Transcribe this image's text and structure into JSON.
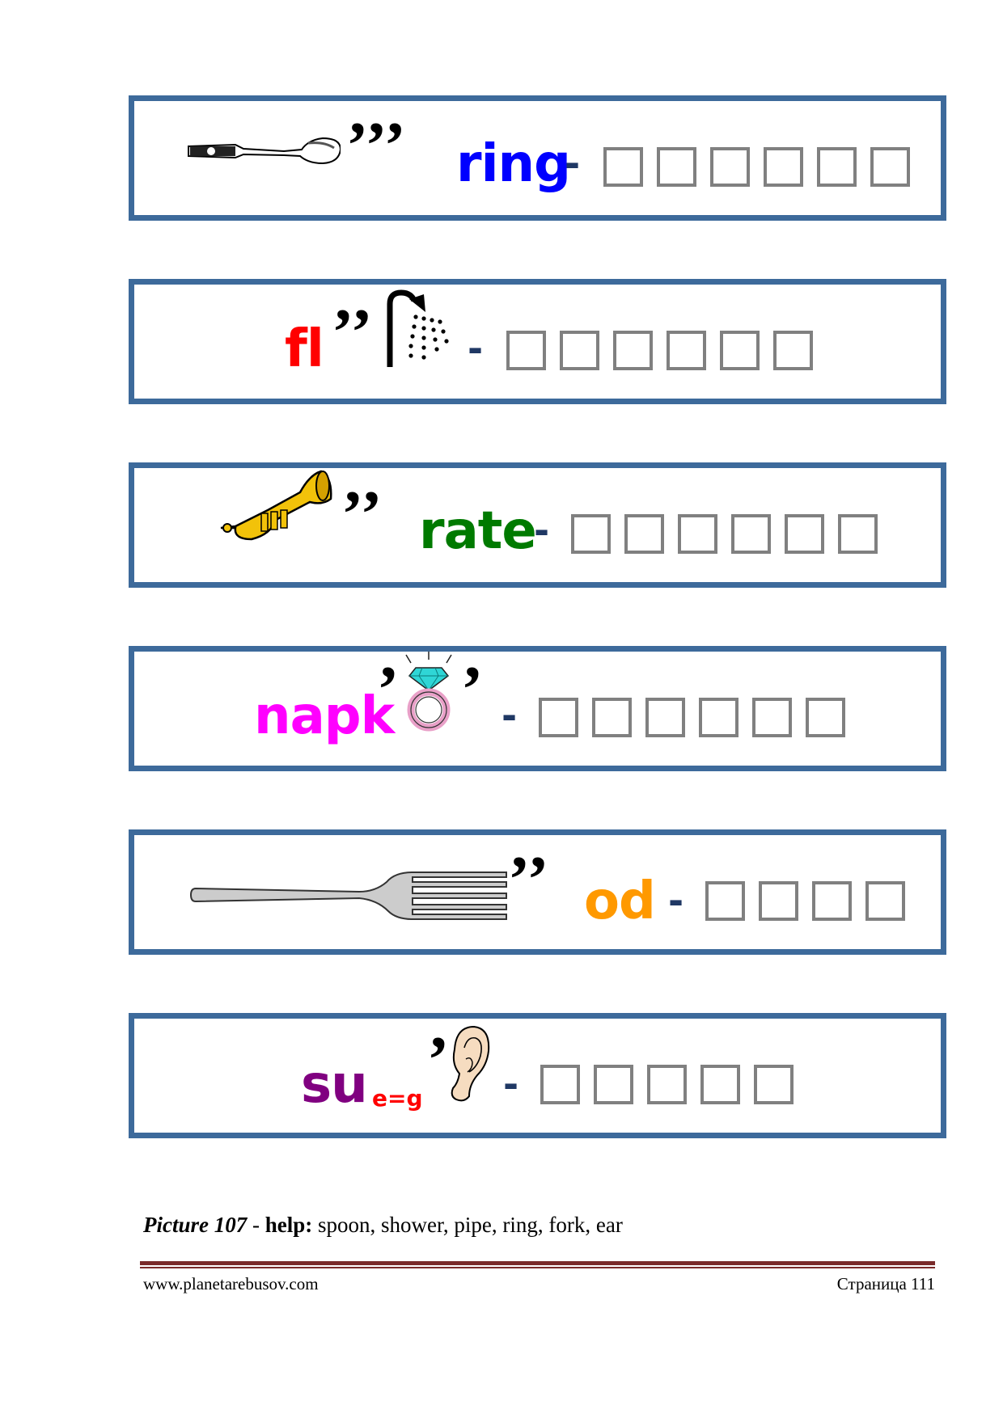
{
  "puzzles": [
    {
      "picture": "spoon-icon",
      "commas": "’’’",
      "word": "ring",
      "word_color": "#0000ff",
      "dash": "-",
      "answer_boxes": 6
    },
    {
      "picture": "shower-icon",
      "word": "fl",
      "word_color": "#ff0000",
      "commas": "’’",
      "dash": "-",
      "answer_boxes": 6
    },
    {
      "picture": "trumpet-icon",
      "commas": "’’",
      "word": "rate",
      "word_color": "#007a00",
      "dash": "-",
      "answer_boxes": 6
    },
    {
      "picture": "ring-icon",
      "word": "napk",
      "word_color": "#ff00ff",
      "commas_left": "’",
      "commas_right": "’",
      "dash": "-",
      "answer_boxes": 6
    },
    {
      "picture": "fork-icon",
      "commas": "’’",
      "word": "od",
      "word_color": "#ff9900",
      "dash": "-",
      "answer_boxes": 4
    },
    {
      "picture": "ear-icon",
      "word": "su",
      "word_color": "#800080",
      "substitution": "e=g",
      "substitution_color": "#ff0000",
      "commas": "’",
      "dash": "-",
      "answer_boxes": 5
    }
  ],
  "caption": {
    "title": "Picture 107",
    "separator": " - ",
    "help_label": "help:",
    "help_text": " spoon, shower, pipe, ring, fork, ear"
  },
  "footer": {
    "website": "www.planetarebusov.com",
    "page": "Страница 111"
  }
}
